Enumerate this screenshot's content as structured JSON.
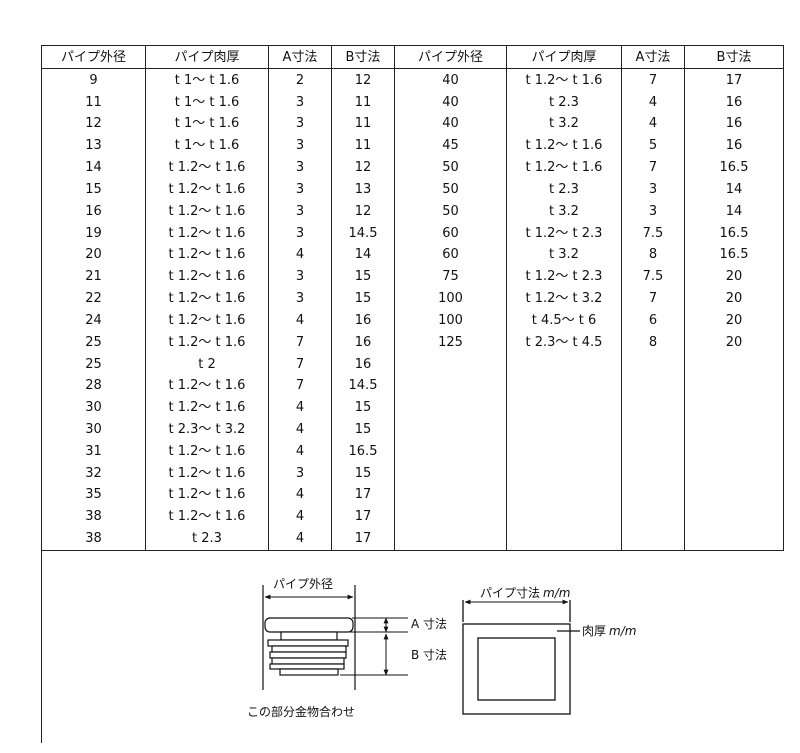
{
  "table": {
    "headers_left": [
      "パイプ外径",
      "パイプ肉厚",
      "A寸法",
      "B寸法"
    ],
    "headers_right": [
      "パイプ外径",
      "パイプ肉厚",
      "A寸法",
      "B寸法"
    ],
    "rows_left": [
      [
        "9",
        "t 1〜 t 1.6",
        "2",
        "12"
      ],
      [
        "11",
        "t 1〜 t 1.6",
        "3",
        "11"
      ],
      [
        "12",
        "t 1〜 t 1.6",
        "3",
        "11"
      ],
      [
        "13",
        "t 1〜 t 1.6",
        "3",
        "11"
      ],
      [
        "14",
        "t 1.2〜 t 1.6",
        "3",
        "12"
      ],
      [
        "15",
        "t 1.2〜 t 1.6",
        "3",
        "13"
      ],
      [
        "16",
        "t 1.2〜 t 1.6",
        "3",
        "12"
      ],
      [
        "19",
        "t 1.2〜 t 1.6",
        "3",
        "14.5"
      ],
      [
        "20",
        "t 1.2〜 t 1.6",
        "4",
        "14"
      ],
      [
        "21",
        "t 1.2〜 t 1.6",
        "3",
        "15"
      ],
      [
        "22",
        "t 1.2〜 t 1.6",
        "3",
        "15"
      ],
      [
        "24",
        "t 1.2〜 t 1.6",
        "4",
        "16"
      ],
      [
        "25",
        "t 1.2〜 t 1.6",
        "7",
        "16"
      ],
      [
        "25",
        "t 2",
        "7",
        "16"
      ],
      [
        "28",
        "t 1.2〜 t 1.6",
        "7",
        "14.5"
      ],
      [
        "30",
        "t 1.2〜 t 1.6",
        "4",
        "15"
      ],
      [
        "30",
        "t 2.3〜 t 3.2",
        "4",
        "15"
      ],
      [
        "31",
        "t 1.2〜 t 1.6",
        "4",
        "16.5"
      ],
      [
        "32",
        "t 1.2〜 t 1.6",
        "3",
        "15"
      ],
      [
        "35",
        "t 1.2〜 t 1.6",
        "4",
        "17"
      ],
      [
        "38",
        "t 1.2〜 t 1.6",
        "4",
        "17"
      ],
      [
        "38",
        "t 2.3",
        "4",
        "17"
      ]
    ],
    "rows_right": [
      [
        "40",
        "t 1.2〜 t 1.6",
        "7",
        "17"
      ],
      [
        "40",
        "t 2.3",
        "4",
        "16"
      ],
      [
        "40",
        "t 3.2",
        "4",
        "16"
      ],
      [
        "45",
        "t 1.2〜 t 1.6",
        "5",
        "16"
      ],
      [
        "50",
        "t 1.2〜 t 1.6",
        "7",
        "16.5"
      ],
      [
        "50",
        "t 2.3",
        "3",
        "14"
      ],
      [
        "50",
        "t 3.2",
        "3",
        "14"
      ],
      [
        "60",
        "t 1.2〜 t 2.3",
        "7.5",
        "16.5"
      ],
      [
        "60",
        "t 3.2",
        "8",
        "16.5"
      ],
      [
        "75",
        "t 1.2〜 t 2.3",
        "7.5",
        "20"
      ],
      [
        "100",
        "t 1.2〜 t 3.2",
        "7",
        "20"
      ],
      [
        "100",
        "t 4.5〜 t 6",
        "6",
        "20"
      ],
      [
        "125",
        "t 2.3〜 t 4.5",
        "8",
        "20"
      ]
    ]
  },
  "diagram": {
    "plug_od_label": "パイプ外径",
    "a_label": "A 寸法",
    "b_label": "B 寸法",
    "caption": "この部分金物合わせ",
    "pipe_size_label": "パイプ寸法",
    "wall_label": "肉厚",
    "unit": "m/m"
  }
}
